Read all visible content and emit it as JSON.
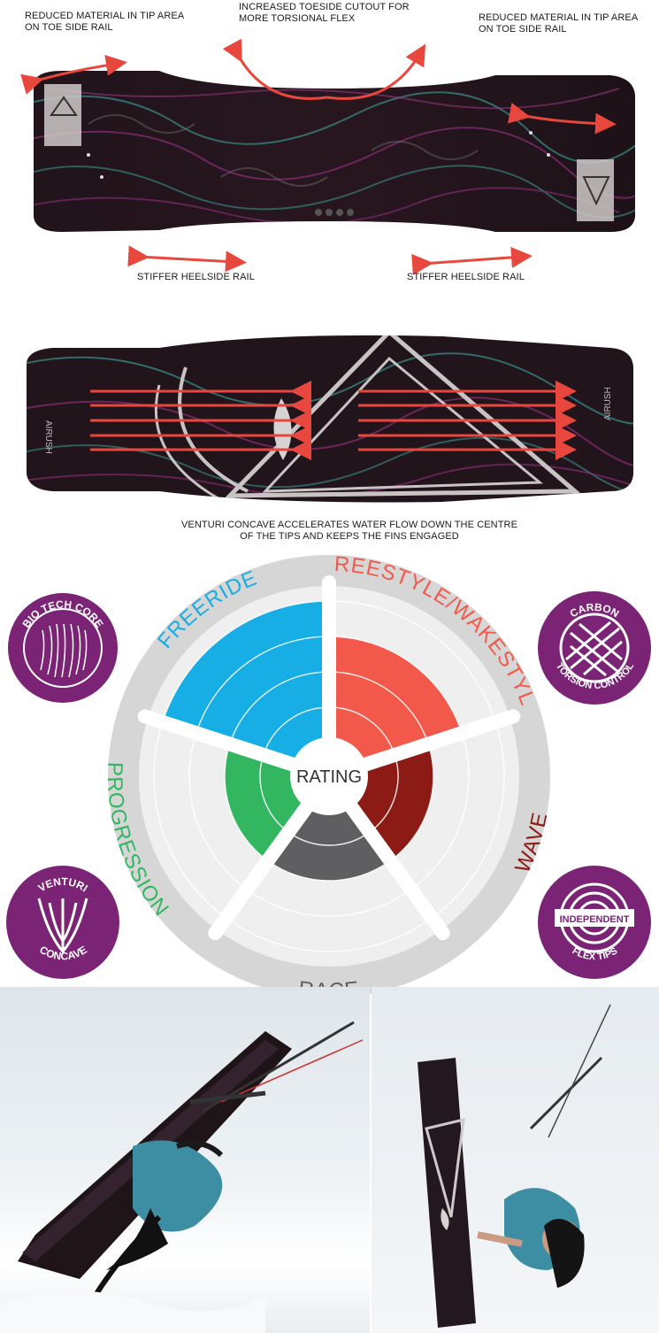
{
  "captions": {
    "top_left": "REDUCED MATERIAL IN TIP AREA ON TOE SIDE RAIL",
    "top_center": "INCREASED TOESIDE CUTOUT FOR MORE TORSIONAL FLEX",
    "top_right": "REDUCED MATERIAL IN TIP AREA ON TOE SIDE RAIL",
    "heel_left": "STIFFER HEELSIDE RAIL",
    "heel_right": "STIFFER HEELSIDE RAIL",
    "venturi": "VENTURI CONCAVE ACCELERATES WATER FLOW DOWN THE CENTRE OF THE TIPS AND KEEPS THE FINS ENGAGED"
  },
  "board_brand": "AIRUSH",
  "rating_chart": {
    "center_label": "RATING",
    "categories": [
      {
        "name": "FREERIDE",
        "color": "#17aee6",
        "level": 4
      },
      {
        "name": "FREESTYLE/WAKESTYLE",
        "color": "#f2594b",
        "level": 3
      },
      {
        "name": "WAVE",
        "color": "#8c1b16",
        "level": 2
      },
      {
        "name": "RACE",
        "color": "#5f5f61",
        "level": 2
      },
      {
        "name": "PROGRESSION",
        "color": "#32b760",
        "level": 2
      }
    ],
    "max_level": 4
  },
  "badges": {
    "bio_tech": {
      "top": "BIO TECH CORE"
    },
    "carbon": {
      "top": "CARBON",
      "bottom": "TORSION CONTROL"
    },
    "venturi": {
      "top": "VENTURI",
      "bottom": "CONCAVE"
    },
    "independent": {
      "center": "INDEPENDENT",
      "bottom": "FLEX TIPS"
    }
  },
  "colors": {
    "badge_purple": "#7b2476",
    "arrow_red": "#e8473d",
    "board_dark": "#1f1319"
  }
}
